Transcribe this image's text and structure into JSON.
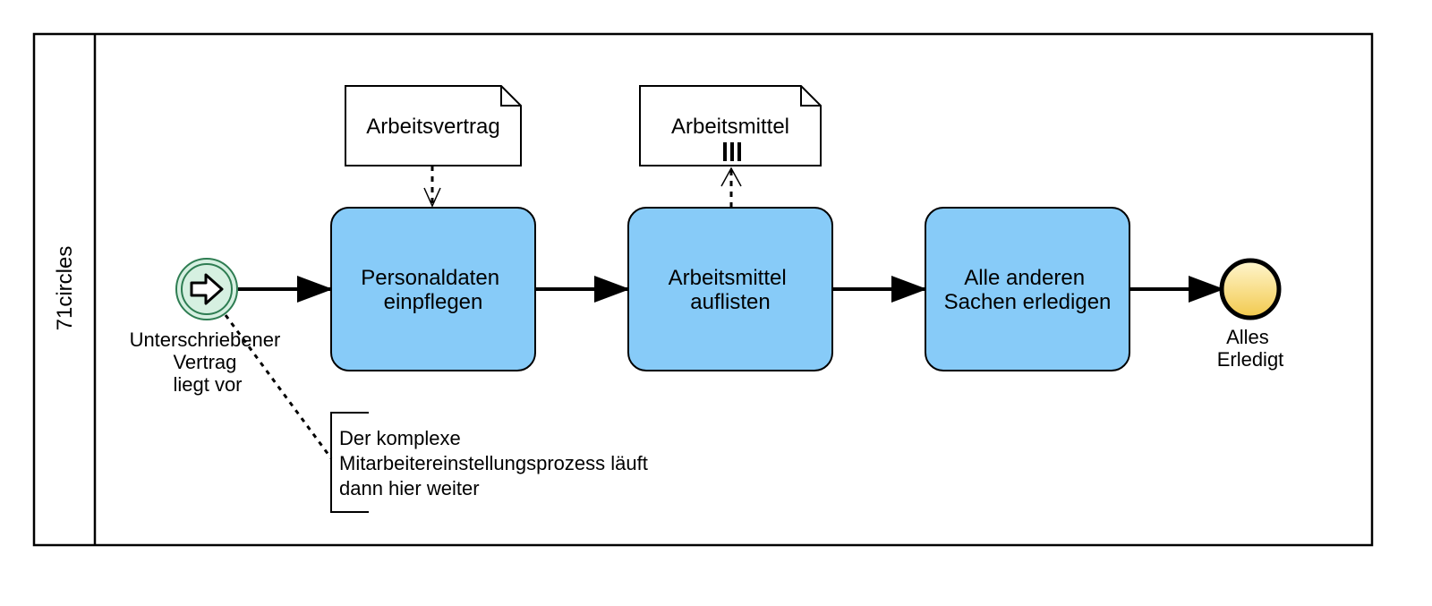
{
  "pool": {
    "label": "71circles"
  },
  "start_event": {
    "label_lines": [
      "Unterschriebener",
      "Vertrag",
      "liegt vor"
    ],
    "icon": "arrow-right-icon"
  },
  "tasks": [
    {
      "label_lines": [
        "Personaldaten",
        "einpflegen"
      ]
    },
    {
      "label_lines": [
        "Arbeitsmittel",
        "auflisten"
      ]
    },
    {
      "label_lines": [
        "Alle anderen",
        "Sachen erledigen"
      ]
    }
  ],
  "data_objects": [
    {
      "label": "Arbeitsvertrag"
    },
    {
      "label": "Arbeitsmittel",
      "collection_marker": "III"
    }
  ],
  "end_event": {
    "label_lines": [
      "Alles",
      "Erledigt"
    ]
  },
  "annotation": {
    "lines": [
      "Der komplexe",
      "Mitarbeitereinstellungsprozess läuft",
      "dann hier weiter"
    ]
  },
  "colors": {
    "task_fill": "#87cbf8",
    "start_fill": "#d6f0e1",
    "start_stroke": "#2e7d52",
    "end_fill": "#f7d766",
    "stroke": "#000000"
  }
}
